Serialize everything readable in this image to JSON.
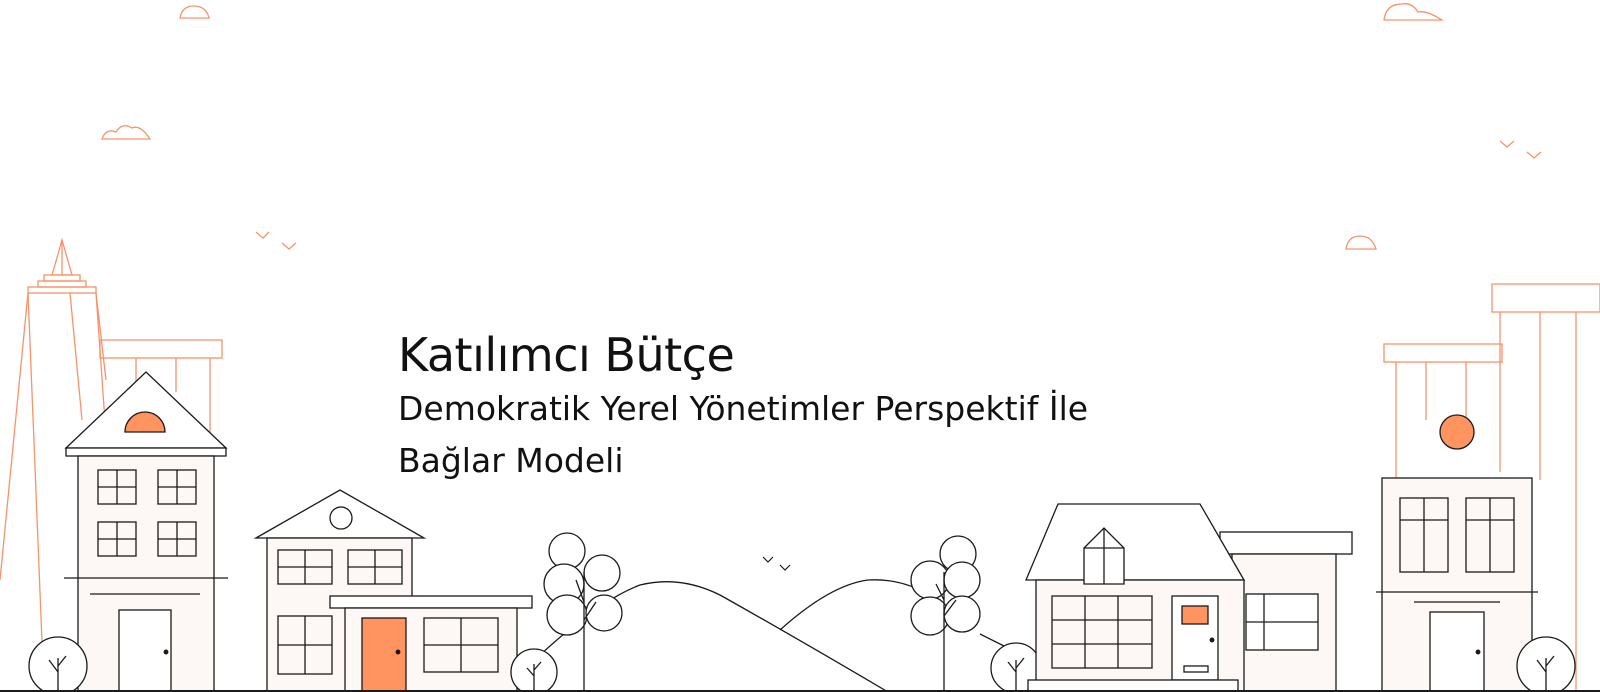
{
  "hero": {
    "title": "Katılımcı Bütçe",
    "subtitle_line1": "Demokratik Yerel Yönetimler Perspektif İle",
    "subtitle_line2": "Bağlar Modeli"
  },
  "palette": {
    "accent": "#ff9460",
    "accent_stroke": "#f7936a",
    "line": "#1a1a1a",
    "fill": "#fdf8f5",
    "background": "#ffffff"
  }
}
